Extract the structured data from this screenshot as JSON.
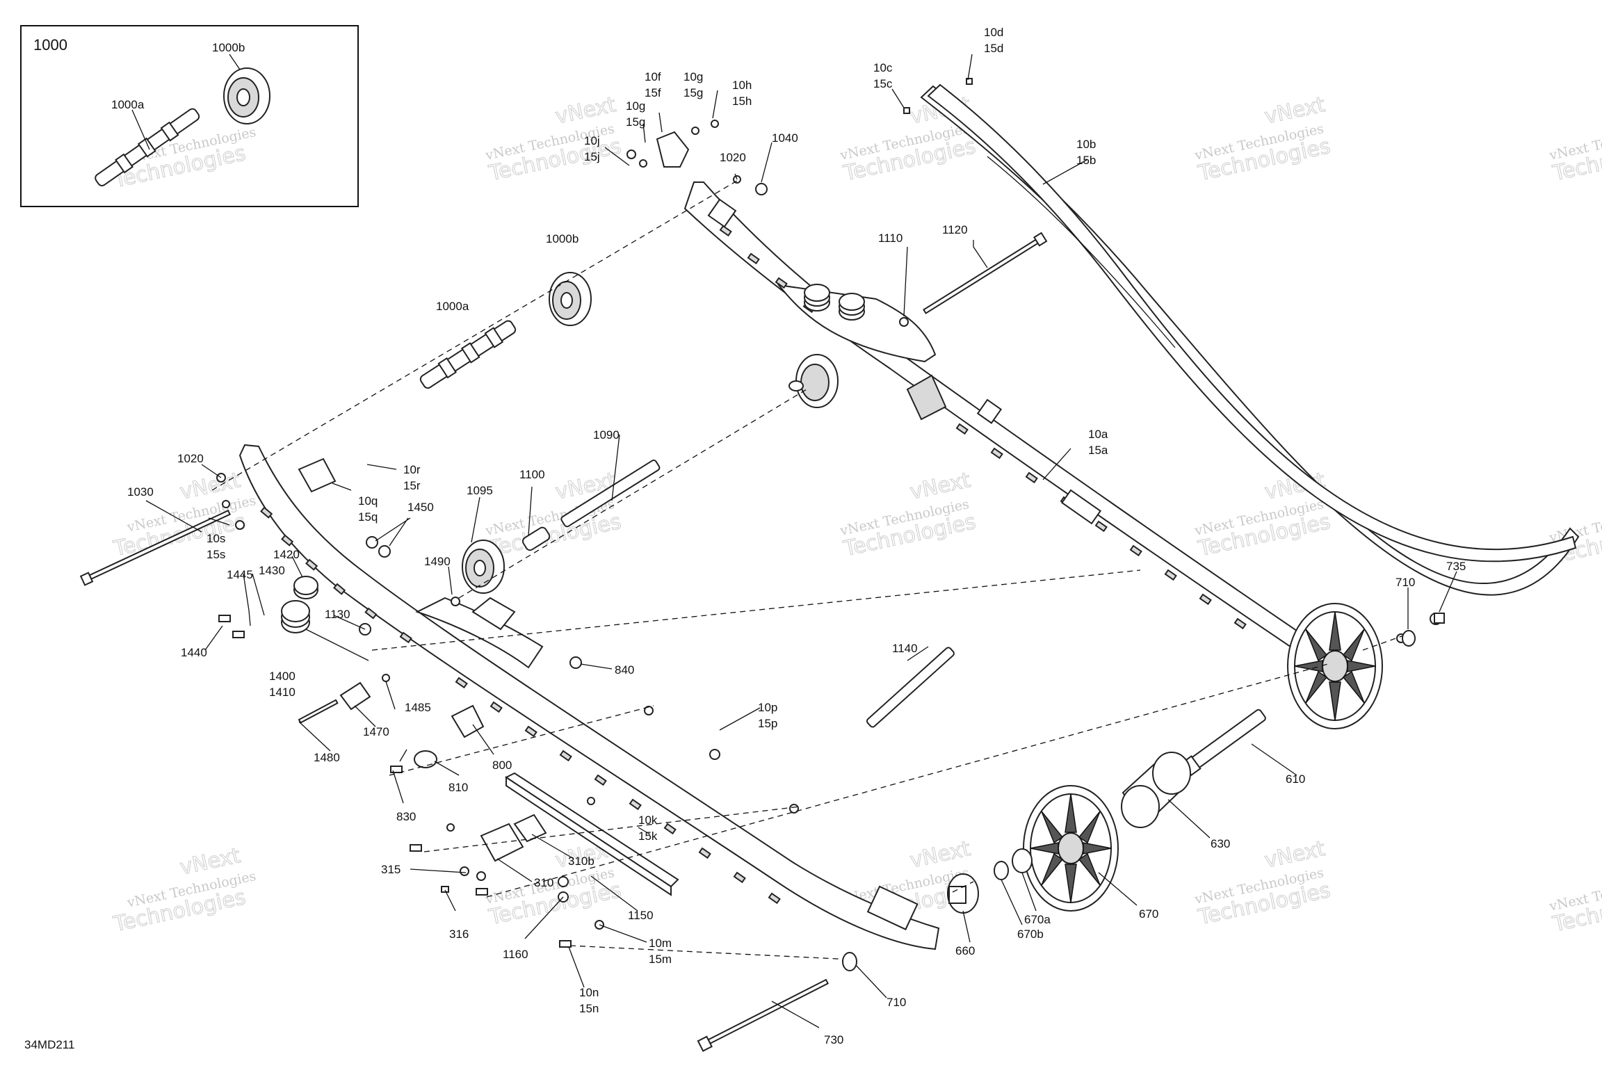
{
  "diagram": {
    "code": "34MD211",
    "inset_title": "1000",
    "watermark": {
      "line1": "vNext Technologies",
      "line2": "Technologies",
      "line3": "vNext"
    },
    "callouts": {
      "c1000a_inset": "1000a",
      "c1000b_inset": "1000b",
      "c1000a": "1000a",
      "c1000b": "1000b",
      "c10d": "10d",
      "c15d": "15d",
      "c10c": "10c",
      "c15c": "15c",
      "c10b": "10b",
      "c15b": "15b",
      "c10f": "10f",
      "c15f": "15f",
      "c10g_a": "10g",
      "c15g_a": "15g",
      "c10g_b": "10g",
      "c15g_b": "15g",
      "c10h": "10h",
      "c15h": "15h",
      "c10j": "10j",
      "c15j": "15j",
      "c1040": "1040",
      "c1020_top": "1020",
      "c1120": "1120",
      "c1110": "1110",
      "c10a": "10a",
      "c15a": "15a",
      "c1090": "1090",
      "c1020": "1020",
      "c1030": "1030",
      "c10r": "10r",
      "c15r": "15r",
      "c10q": "10q",
      "c15q": "15q",
      "c1450": "1450",
      "c10s": "10s",
      "c15s": "15s",
      "c1095": "1095",
      "c1100": "1100",
      "c1420": "1420",
      "c1430": "1430",
      "c1445": "1445",
      "c1490": "1490",
      "c1440": "1440",
      "c1130": "1130",
      "c1400": "1400",
      "c1410": "1410",
      "c840": "840",
      "c1140": "1140",
      "c710_r": "710",
      "c735": "735",
      "c1485": "1485",
      "c1470": "1470",
      "c10p": "10p",
      "c15p": "15p",
      "c1480": "1480",
      "c800": "800",
      "c610": "610",
      "c810": "810",
      "c830": "830",
      "c10k": "10k",
      "c15k": "15k",
      "c630": "630",
      "c310b": "310b",
      "c315": "315",
      "c310": "310",
      "c1150": "1150",
      "c316": "316",
      "c670": "670",
      "c670a": "670a",
      "c670b": "670b",
      "c1160": "1160",
      "c10m": "10m",
      "c15m": "15m",
      "c660": "660",
      "c10n": "10n",
      "c15n": "15n",
      "c710_b": "710",
      "c730": "730"
    }
  }
}
